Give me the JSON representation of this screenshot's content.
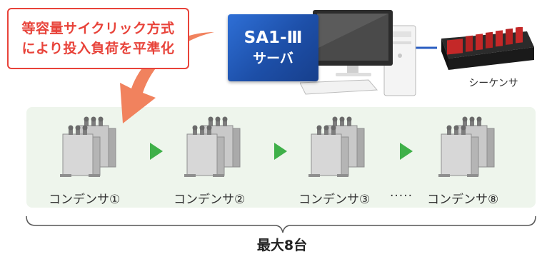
{
  "callout": {
    "line1": "等容量サイクリック方式",
    "line2": "により投入負荷を平準化"
  },
  "server": {
    "title": "SA1-Ⅲ",
    "subtitle": "サーバ"
  },
  "sequencer": {
    "label": "シーケンサ"
  },
  "capacitors": [
    {
      "label": "コンデンサ①"
    },
    {
      "label": "コンデンサ②"
    },
    {
      "label": "コンデンサ③"
    },
    {
      "label": "コンデンサ⑧"
    }
  ],
  "ellipsis": "·····",
  "max_label": "最大8台",
  "colors": {
    "callout_red": "#e8433a",
    "arrow_orange": "#f07b55",
    "server_blue": "#1d4fa8",
    "step_green": "#3fb049",
    "panel_bg": "#eef5ec"
  }
}
